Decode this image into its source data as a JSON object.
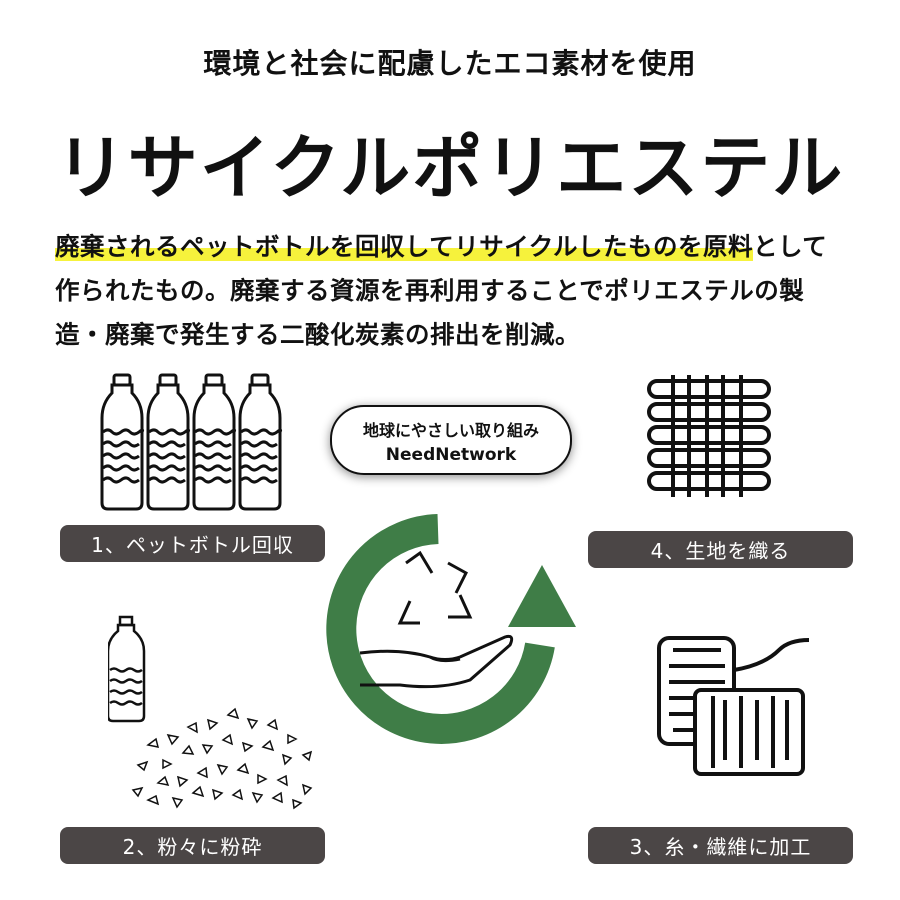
{
  "header": {
    "subtitle": "環境と社会に配慮したエコ素材を使用",
    "title": "リサイクルポリエステル"
  },
  "description": {
    "line1_highlight": "廃棄されるペットボトルを回収してリサイクルしたものを原料",
    "line1_rest": "として",
    "line2": "作られたもの。廃棄する資源を再利用することでポリエステルの製",
    "line3": "造・廃棄で発生する二酸化炭素の排出を削減。"
  },
  "badge": {
    "line1": "地球にやさしい取り組み",
    "line2": "NeedNetwork"
  },
  "steps": [
    {
      "label": "1、ペットボトル回収"
    },
    {
      "label": "2、粉々に粉砕"
    },
    {
      "label": "3、糸・繊維に加工"
    },
    {
      "label": "4、生地を織る"
    }
  ],
  "colors": {
    "accent_green": "#3f7d47",
    "highlight": "#f6f23c",
    "label_bg": "#4b4646"
  }
}
